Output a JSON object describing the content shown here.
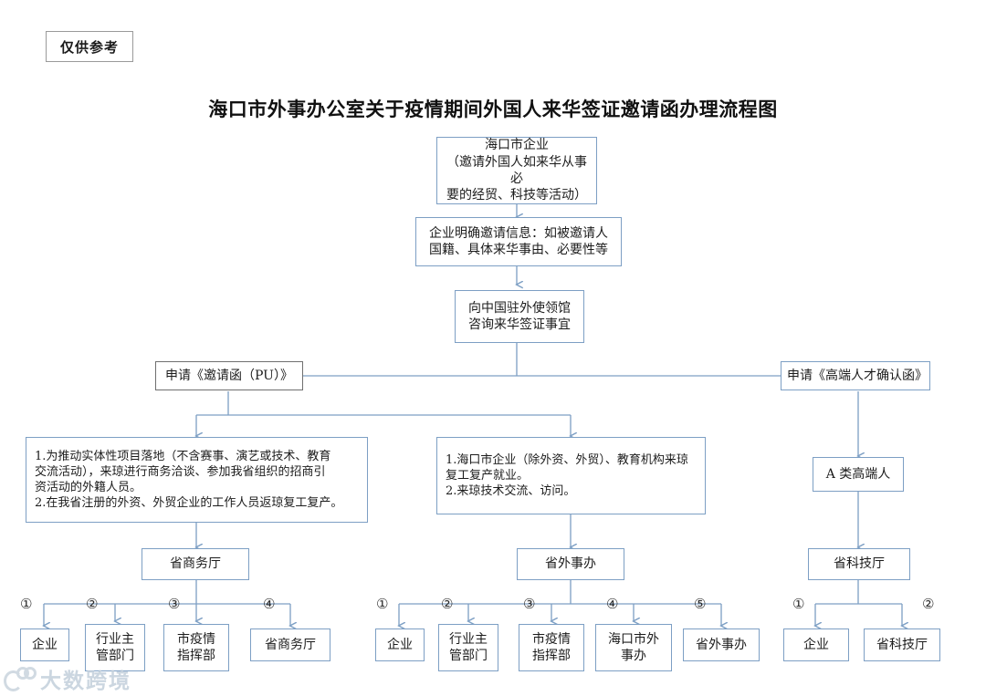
{
  "page": {
    "reference_badge": "仅供参考",
    "title": "海口市外事办公室关于疫情期间外国人来华签证邀请函办理流程图",
    "watermark": "大数跨境",
    "colors": {
      "box_border_blue": "#7d9fc4",
      "box_border_gray": "#6f6f6f",
      "connector": "#7d9fc4",
      "background": "#ffffff",
      "text": "#1c1c1c",
      "watermark": "#c2cfdb"
    }
  },
  "flow": {
    "node_enterprise": "海口市企业\n（邀请外国人如来华从事必\n要的经贸、科技等活动）",
    "node_invite_info": "企业明确邀请信息：如被邀请人\n国籍、具体来华事由、必要性等",
    "node_consulate": "向中国驻外使领馆\n咨询来华签证事宜",
    "branch_pu": "申请《邀请函（PU）》",
    "branch_talent": "申请《高端人才确认函》",
    "detail_left": "1.为推动实体性项目落地（不含赛事、演艺或技术、教育\n交流活动），来琼进行商务洽谈、参加我省组织的招商引\n资活动的外籍人员。\n2.在我省注册的外资、外贸企业的工作人员返琼复工复产。",
    "detail_middle": "1.海口市企业（除外资、外贸）、教育机构来琼\n复工复产就业。\n2.来琼技术交流、访问。",
    "detail_right": "A 类高端人",
    "dept_commerce": "省商务厅",
    "dept_foreign_affairs": "省外事办",
    "dept_science": "省科技厅"
  },
  "bottom_rows": {
    "left_group": {
      "dept": "省商务厅",
      "steps": [
        {
          "num": "①",
          "label": "企业"
        },
        {
          "num": "②",
          "label": "行业主\n管部门"
        },
        {
          "num": "③",
          "label": "市疫情\n指挥部"
        },
        {
          "num": "④",
          "label": "省商务厅"
        }
      ]
    },
    "middle_group": {
      "dept": "省外事办",
      "steps": [
        {
          "num": "①",
          "label": "企业"
        },
        {
          "num": "②",
          "label": "行业主\n管部门"
        },
        {
          "num": "③",
          "label": "市疫情\n指挥部"
        },
        {
          "num": "④",
          "label": "海口市外\n事办"
        },
        {
          "num": "⑤",
          "label": "省外事办"
        }
      ]
    },
    "right_group": {
      "dept": "省科技厅",
      "steps": [
        {
          "num": "①",
          "label": "企业"
        },
        {
          "num": "②",
          "label": "省科技厅"
        }
      ]
    }
  }
}
